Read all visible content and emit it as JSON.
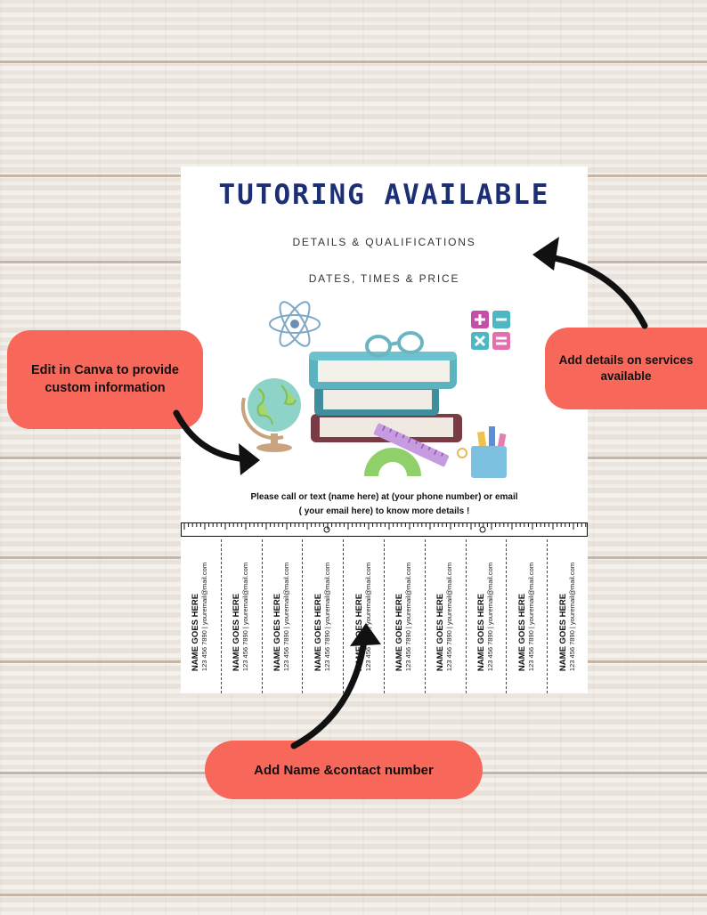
{
  "flyer": {
    "title": "TUTORING AVAILABLE",
    "subtitle_1": "DETAILS  & QUALIFICATIONS",
    "subtitle_2": "DATES, TIMES & PRICE",
    "call_line_1": "Please call or text (name here) at (your phone number) or email",
    "call_line_2": "( your email here) to know more details !",
    "illustration_icons": [
      "atom-icon",
      "math-symbols-icon",
      "globe-icon",
      "book-stack-icon",
      "glasses-icon",
      "ruler-icon",
      "protractor-icon",
      "pencil-cup-icon"
    ],
    "tear_tabs": [
      {
        "name": "NAME GOES HERE",
        "contact": "123 456 7890 | youremail@mail.com"
      },
      {
        "name": "NAME GOES HERE",
        "contact": "123 456 7890 | youremail@mail.com"
      },
      {
        "name": "NAME GOES HERE",
        "contact": "123 456 7890 | youremail@mail.com"
      },
      {
        "name": "NAME GOES HERE",
        "contact": "123 456 7890 | youremail@mail.com"
      },
      {
        "name": "NAME GOES HERE",
        "contact": "123 456 7890 | youremail@mail.com"
      },
      {
        "name": "NAME GOES HERE",
        "contact": "123 456 7890 | youremail@mail.com"
      },
      {
        "name": "NAME GOES HERE",
        "contact": "123 456 7890 | youremail@mail.com"
      },
      {
        "name": "NAME GOES HERE",
        "contact": "123 456 7890 | youremail@mail.com"
      },
      {
        "name": "NAME GOES HERE",
        "contact": "123 456 7890 | youremail@mail.com"
      },
      {
        "name": "NAME GOES HERE",
        "contact": "123 456 7890 | youremail@mail.com"
      }
    ]
  },
  "callouts": {
    "left": "Edit in Canva to provide custom information",
    "right": "Add details on services available",
    "bottom": "Add Name &contact number"
  },
  "colors": {
    "title": "#1d2f74",
    "callout": "#f7675a",
    "background": "#ece6df"
  }
}
